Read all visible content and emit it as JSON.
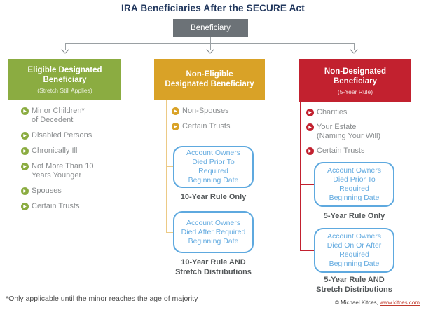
{
  "title": "IRA Beneficiaries After the SECURE Act",
  "root_label": "Beneficiary",
  "colors": {
    "title_navy": "#21375d",
    "root_gray": "#6c7277",
    "eligible_green": "#8bac41",
    "non_eligible_gold": "#d9a227",
    "non_designated_red": "#c2212f",
    "outcome_blue_border": "#5ea9df",
    "connector_gray": "#9aa0a3",
    "gold_connector": "#ecca86",
    "item_text_gray": "#8a8d8f",
    "rule_text_gray": "#54585a",
    "credit_link_red": "#c0392b"
  },
  "icons": {
    "circle_arrow_glyph": "▶"
  },
  "columns": [
    {
      "header_title": "Eligible Designated\nBeneficiary",
      "header_subtitle": "(Stretch Still Applies)",
      "items": [
        {
          "text": "Minor Children*\nof Decedent"
        },
        {
          "text": "Disabled Persons"
        },
        {
          "text": "Chronically Ill"
        },
        {
          "text": "Not More Than 10\nYears Younger"
        },
        {
          "text": "Spouses"
        },
        {
          "text": "Certain Trusts"
        }
      ]
    },
    {
      "header_title": "Non-Eligible\nDesignated Beneficiary",
      "items": [
        {
          "text": "Non-Spouses"
        },
        {
          "text": "Certain Trusts"
        }
      ],
      "branches": [
        {
          "box_text": "Account Owners\nDied Prior To\nRequired\nBeginning Date",
          "rule_label": "10-Year Rule Only"
        },
        {
          "box_text": "Account Owners\nDied After Required\nBeginning Date",
          "rule_label": "10-Year Rule AND\nStretch Distributions"
        }
      ]
    },
    {
      "header_title": "Non-Designated\nBeneficiary",
      "header_subtitle": "(5-Year Rule)",
      "items": [
        {
          "text": "Charities"
        },
        {
          "text": "Your Estate\n(Naming Your Will)"
        },
        {
          "text": "Certain Trusts"
        }
      ],
      "branches": [
        {
          "box_text": "Account Owners\nDied Prior To\nRequired\nBeginning Date",
          "rule_label": "5-Year Rule Only"
        },
        {
          "box_text": "Account Owners\nDied On Or After\nRequired\nBeginning Date",
          "rule_label": "5-Year Rule AND\nStretch Distributions"
        }
      ]
    }
  ],
  "footnote": "*Only applicable until the minor reaches the age of majority",
  "credit": {
    "prefix": "© Michael Kitces, ",
    "link_text": "www.kitces.com"
  }
}
